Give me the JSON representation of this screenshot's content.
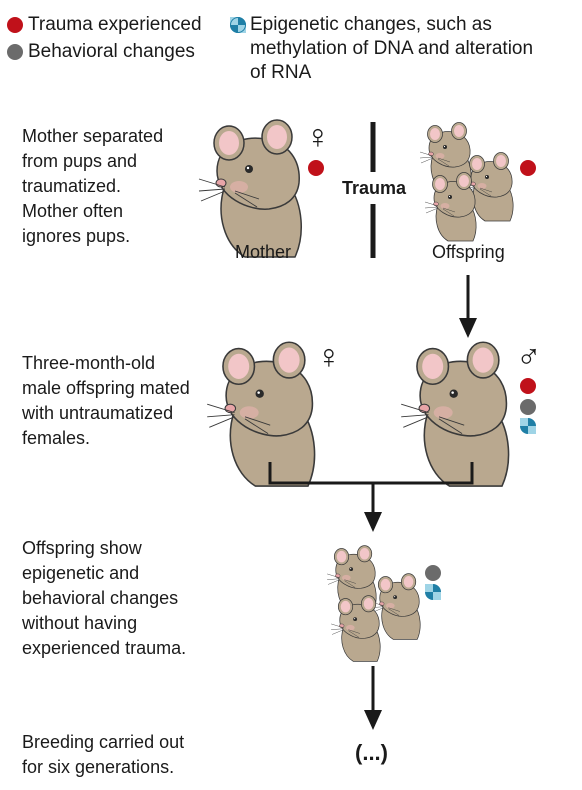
{
  "legend": {
    "trauma": "Trauma experienced",
    "behavioral": "Behavioral changes",
    "epigenetic": "Epigenetic changes, such as methylation of DNA and alteration of RNA",
    "epigenetic_lines": [
      "Epigenetic changes, such as",
      "methylation of DNA and alteration",
      "of RNA"
    ]
  },
  "colors": {
    "trauma": "#c0111a",
    "behavioral": "#6b6b6b",
    "epigenetic_a": "#1f7fa6",
    "epigenetic_b": "#9fd4e6",
    "mouse_fur": "#b9a88f",
    "mouse_ear": "#f2c6c8"
  },
  "steps": [
    {
      "lines": [
        "Mother separated",
        "from pups and",
        "traumatized.",
        "Mother often",
        "ignores pups."
      ]
    },
    {
      "lines": [
        "Three-month-old",
        "male offspring mated",
        "with untraumatized",
        "females."
      ]
    },
    {
      "lines": [
        "Offspring show",
        "epigenetic and",
        "behavioral changes",
        "without having",
        "experienced trauma."
      ]
    },
    {
      "lines": [
        "Breeding carried out",
        "for six generations."
      ]
    }
  ],
  "labels": {
    "trauma": "Trauma",
    "mother": "Mother",
    "offspring": "Offspring",
    "ellipsis": "(...)"
  },
  "symbols": {
    "female": "♀",
    "male": "♂"
  },
  "icons": [
    "trauma-dot-icon",
    "behavior-dot-icon",
    "epigenetic-icon",
    "mouse-icon",
    "female-symbol-icon",
    "male-symbol-icon",
    "arrow-down-icon"
  ]
}
